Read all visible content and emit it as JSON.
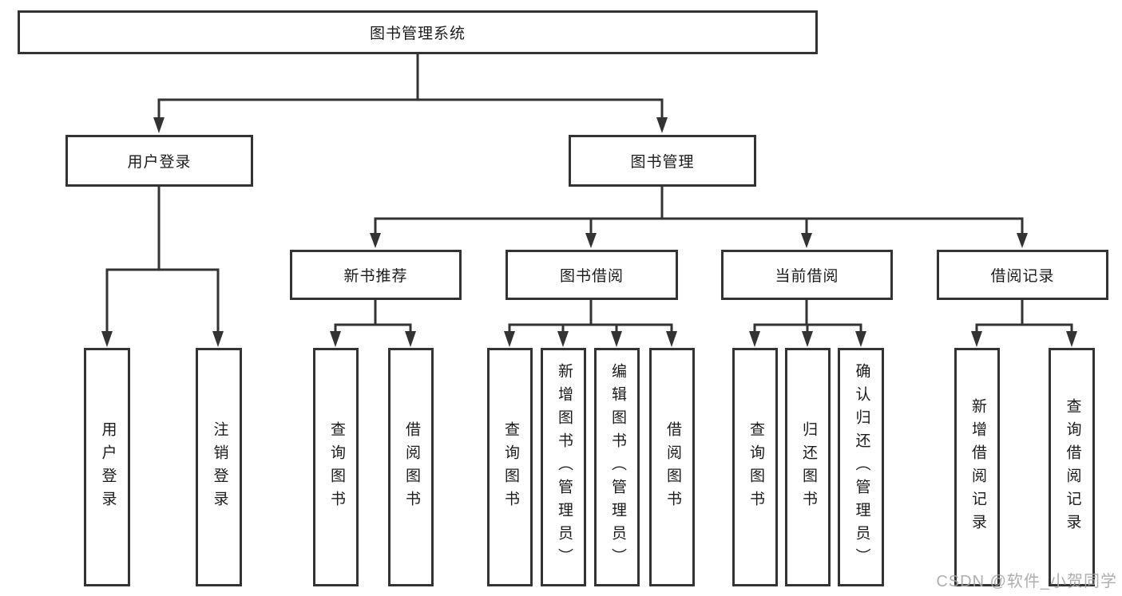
{
  "watermark": "CSDN @软件_小贺同学",
  "colors": {
    "line": "#333333",
    "box_border": "#333333",
    "text": "#1b1b1b",
    "watermark": "#a5a5a5",
    "background": "#ffffff"
  },
  "tree": {
    "label": "图书管理系统",
    "children": [
      {
        "label": "用户登录",
        "children": [
          {
            "label": "用户登录"
          },
          {
            "label": "注销登录"
          }
        ]
      },
      {
        "label": "图书管理",
        "children": [
          {
            "label": "新书推荐",
            "children": [
              {
                "label": "查询图书"
              },
              {
                "label": "借阅图书"
              }
            ]
          },
          {
            "label": "图书借阅",
            "children": [
              {
                "label": "查询图书"
              },
              {
                "label": "新增图书（管理员）"
              },
              {
                "label": "编辑图书（管理员）"
              },
              {
                "label": "借阅图书"
              }
            ]
          },
          {
            "label": "当前借阅",
            "children": [
              {
                "label": "查询图书"
              },
              {
                "label": "归还图书"
              },
              {
                "label": "确认归还（管理员）"
              }
            ]
          },
          {
            "label": "借阅记录",
            "children": [
              {
                "label": "新增借阅记录"
              },
              {
                "label": "查询借阅记录"
              }
            ]
          }
        ]
      }
    ]
  }
}
